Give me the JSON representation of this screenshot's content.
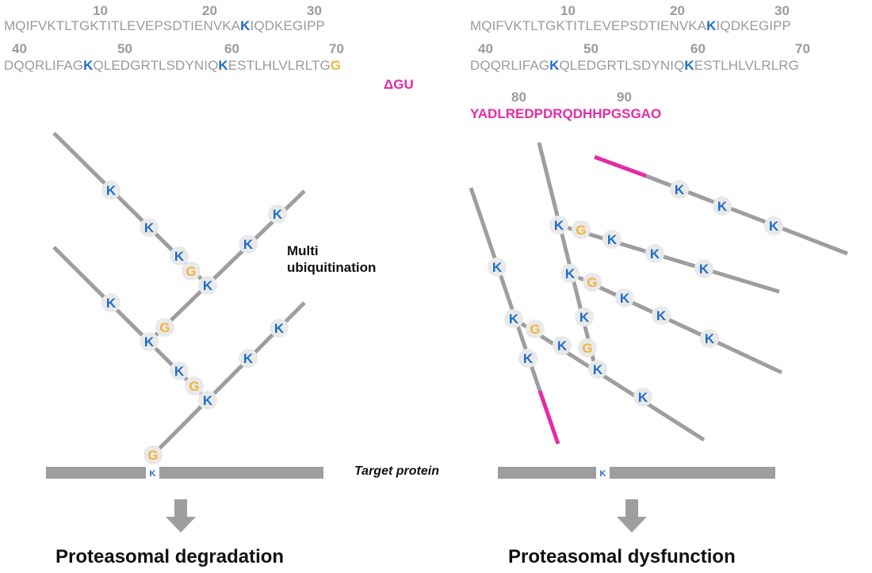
{
  "colors": {
    "gray": "#9b9b9b",
    "chain": "#9e9e9e",
    "lys": "#1f6fc5",
    "gly": "#f2b43a",
    "magenta": "#e52ba5",
    "node": "#e9e9e9"
  },
  "left": {
    "ruler1": [
      "10",
      "20",
      "30"
    ],
    "seq1": [
      "MQIFVKTLTGKTITLEVEPSDTIENVKA",
      "K",
      "IQDKEGIPP"
    ],
    "ruler2": [
      "40",
      "50",
      "60",
      "70"
    ],
    "seq2": [
      "DQQRLIFAG",
      "K",
      "QLEDGRTLSDYNIQ",
      "K",
      "ESTLHLVLRLTG",
      "G"
    ],
    "mutant_label": "ΔGU",
    "label_multi": "Multi\nubiquitination",
    "title": "Proteasomal degradation"
  },
  "right": {
    "ruler1": [
      "10",
      "20",
      "30"
    ],
    "seq1": [
      "MQIFVKTLTGKTITLEVEPSDTIENVKA",
      "K",
      "IQDKEGIPP"
    ],
    "ruler2": [
      "40",
      "50",
      "60",
      "70"
    ],
    "seq2": [
      "DQQRLIFAG",
      "K",
      "QLEDGRTLSDYNIQ",
      "K",
      "ESTLHLVLRLRG"
    ],
    "ruler3": [
      "80",
      "90"
    ],
    "seq3": "YADLREDPDRQDHHPGSGAO",
    "title": "Proteasomal dysfunction"
  },
  "target_label": "Target protein",
  "node_k": "K",
  "node_g": "G"
}
